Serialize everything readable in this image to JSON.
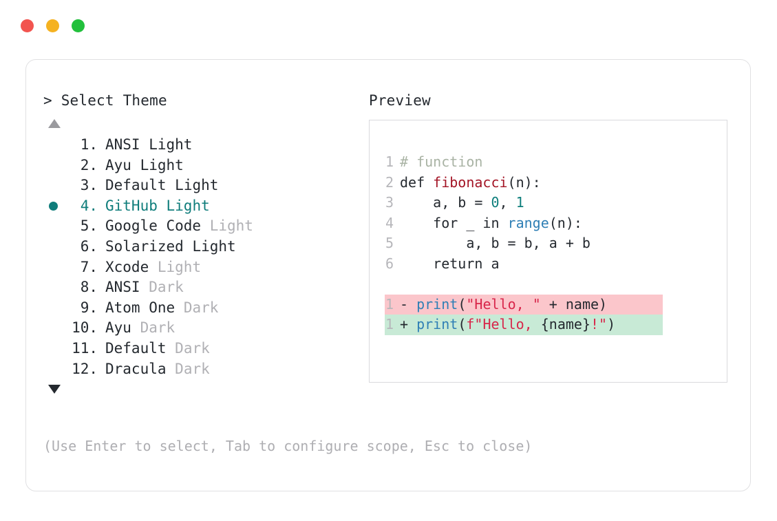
{
  "window": {
    "traffic_lights": [
      {
        "name": "close",
        "color": "#f2544f"
      },
      {
        "name": "minimize",
        "color": "#f5b221"
      },
      {
        "name": "maximize",
        "color": "#22c03c"
      }
    ]
  },
  "prompt": {
    "marker": ">",
    "title": "Select Theme",
    "scroll_up": "▲",
    "scroll_down": "▼",
    "selected_index": 4,
    "bullet": "●"
  },
  "themes": [
    {
      "index": "1.",
      "name": "ANSI",
      "variant": "Light",
      "variant_dim": false,
      "selected": false
    },
    {
      "index": "2.",
      "name": "Ayu",
      "variant": "Light",
      "variant_dim": false,
      "selected": false
    },
    {
      "index": "3.",
      "name": "Default",
      "variant": "Light",
      "variant_dim": false,
      "selected": false
    },
    {
      "index": "4.",
      "name": "GitHub",
      "variant": "Light",
      "variant_dim": false,
      "selected": true
    },
    {
      "index": "5.",
      "name": "Google Code",
      "variant": "Light",
      "variant_dim": true,
      "selected": false
    },
    {
      "index": "6.",
      "name": "Solarized",
      "variant": "Light",
      "variant_dim": false,
      "selected": false
    },
    {
      "index": "7.",
      "name": "Xcode",
      "variant": "Light",
      "variant_dim": true,
      "selected": false
    },
    {
      "index": "8.",
      "name": "ANSI",
      "variant": "Dark",
      "variant_dim": true,
      "selected": false
    },
    {
      "index": "9.",
      "name": "Atom One",
      "variant": "Dark",
      "variant_dim": true,
      "selected": false
    },
    {
      "index": "10.",
      "name": "Ayu",
      "variant": "Dark",
      "variant_dim": true,
      "selected": false
    },
    {
      "index": "11.",
      "name": "Default",
      "variant": "Dark",
      "variant_dim": true,
      "selected": false
    },
    {
      "index": "12.",
      "name": "Dracula",
      "variant": "Dark",
      "variant_dim": true,
      "selected": false
    }
  ],
  "hint": "(Use Enter to select, Tab to configure scope, Esc to close)",
  "preview": {
    "title": "Preview",
    "code_lines": [
      {
        "n": "1",
        "tokens": [
          {
            "t": "# function",
            "c": "comment"
          }
        ]
      },
      {
        "n": "2",
        "tokens": [
          {
            "t": "def ",
            "c": "kw"
          },
          {
            "t": "fibonacci",
            "c": "fn"
          },
          {
            "t": "(n):",
            "c": "plain"
          }
        ]
      },
      {
        "n": "3",
        "tokens": [
          {
            "t": "    a, b = ",
            "c": "plain"
          },
          {
            "t": "0",
            "c": "num"
          },
          {
            "t": ", ",
            "c": "plain"
          },
          {
            "t": "1",
            "c": "num"
          }
        ]
      },
      {
        "n": "4",
        "tokens": [
          {
            "t": "    for _ in ",
            "c": "plain"
          },
          {
            "t": "range",
            "c": "builtin"
          },
          {
            "t": "(n):",
            "c": "plain"
          }
        ]
      },
      {
        "n": "5",
        "tokens": [
          {
            "t": "        a, b = b, a + b",
            "c": "plain"
          }
        ]
      },
      {
        "n": "6",
        "tokens": [
          {
            "t": "    return a",
            "c": "plain"
          }
        ]
      }
    ],
    "diff_lines": [
      {
        "n": "1",
        "sign": "-",
        "kind": "del",
        "tokens": [
          {
            "t": "print",
            "c": "builtin"
          },
          {
            "t": "(",
            "c": "plain"
          },
          {
            "t": "\"Hello, \"",
            "c": "str"
          },
          {
            "t": " + name)",
            "c": "plain"
          }
        ]
      },
      {
        "n": "1",
        "sign": "+",
        "kind": "add",
        "tokens": [
          {
            "t": "print",
            "c": "builtin"
          },
          {
            "t": "(",
            "c": "plain"
          },
          {
            "t": "f\"Hello, ",
            "c": "str"
          },
          {
            "t": "{name}",
            "c": "plain"
          },
          {
            "t": "!\"",
            "c": "str"
          },
          {
            "t": ")",
            "c": "plain"
          }
        ]
      }
    ]
  },
  "colors": {
    "accent_teal": "#0f7d7b",
    "dim_gray": "#b0b0b4",
    "text": "#24292f",
    "diff_del_bg": "#fbc6cb",
    "diff_add_bg": "#c8ead6",
    "card_border": "#e0e0e2",
    "preview_border": "#d9d9dd"
  }
}
